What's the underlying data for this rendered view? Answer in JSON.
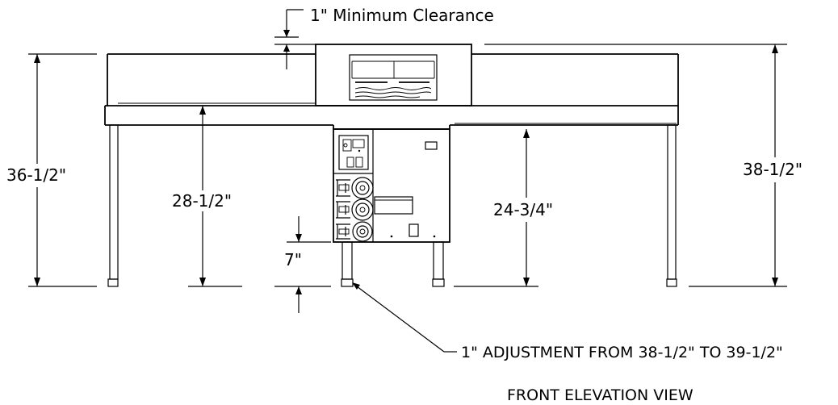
{
  "diagram": {
    "view_title": "FRONT ELEVATION VIEW",
    "labels": {
      "clearance": "1\" Minimum Clearance",
      "overall_height_left": "36-1/2\"",
      "overall_height_right": "38-1/2\"",
      "under_table_height": "28-1/2\"",
      "unit_height": "24-3/4\"",
      "leg_height": "7\"",
      "adjustment_note": "1\" ADJUSTMENT FROM 38-1/2\" TO 39-1/2\""
    }
  }
}
